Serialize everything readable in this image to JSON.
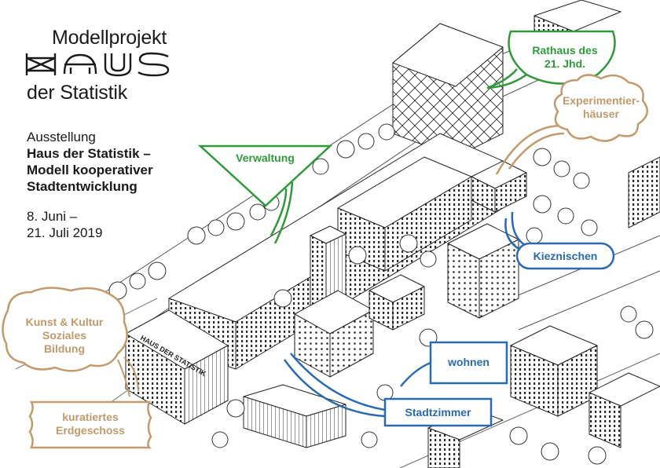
{
  "brand": {
    "line1": "Modellprojekt",
    "logo_word": "HAUS",
    "line3": "der Statistik"
  },
  "exhibition": {
    "label": "Ausstellung",
    "title_line1": "Haus der Statistik –",
    "title_line2": "Modell kooperativer",
    "title_line3": "Stadtentwicklung",
    "date_line1": "8. Juni –",
    "date_line2": "21. Juli 2019"
  },
  "callouts": {
    "rathaus_line1": "Rathaus des",
    "rathaus_line2": "21. Jhd.",
    "experimentier_line1": "Experimentier-",
    "experimentier_line2": "häuser",
    "verwaltung": "Verwaltung",
    "kieznischen": "Kieznischen",
    "kunst_line1": "Kunst & Kultur",
    "kunst_line2": "Soziales",
    "kunst_line3": "Bildung",
    "wohnen": "wohnen",
    "stadtzimmer": "Stadtzimmer",
    "erdgeschoss_line1": "kuratiertes",
    "erdgeschoss_line2": "Erdgeschoss"
  },
  "building_sign": "HAUS DER STATISTIK",
  "colors": {
    "green": "#2f9a3a",
    "tan": "#c29a6c",
    "blue": "#2a6ab0",
    "ink": "#1a1a1a"
  }
}
